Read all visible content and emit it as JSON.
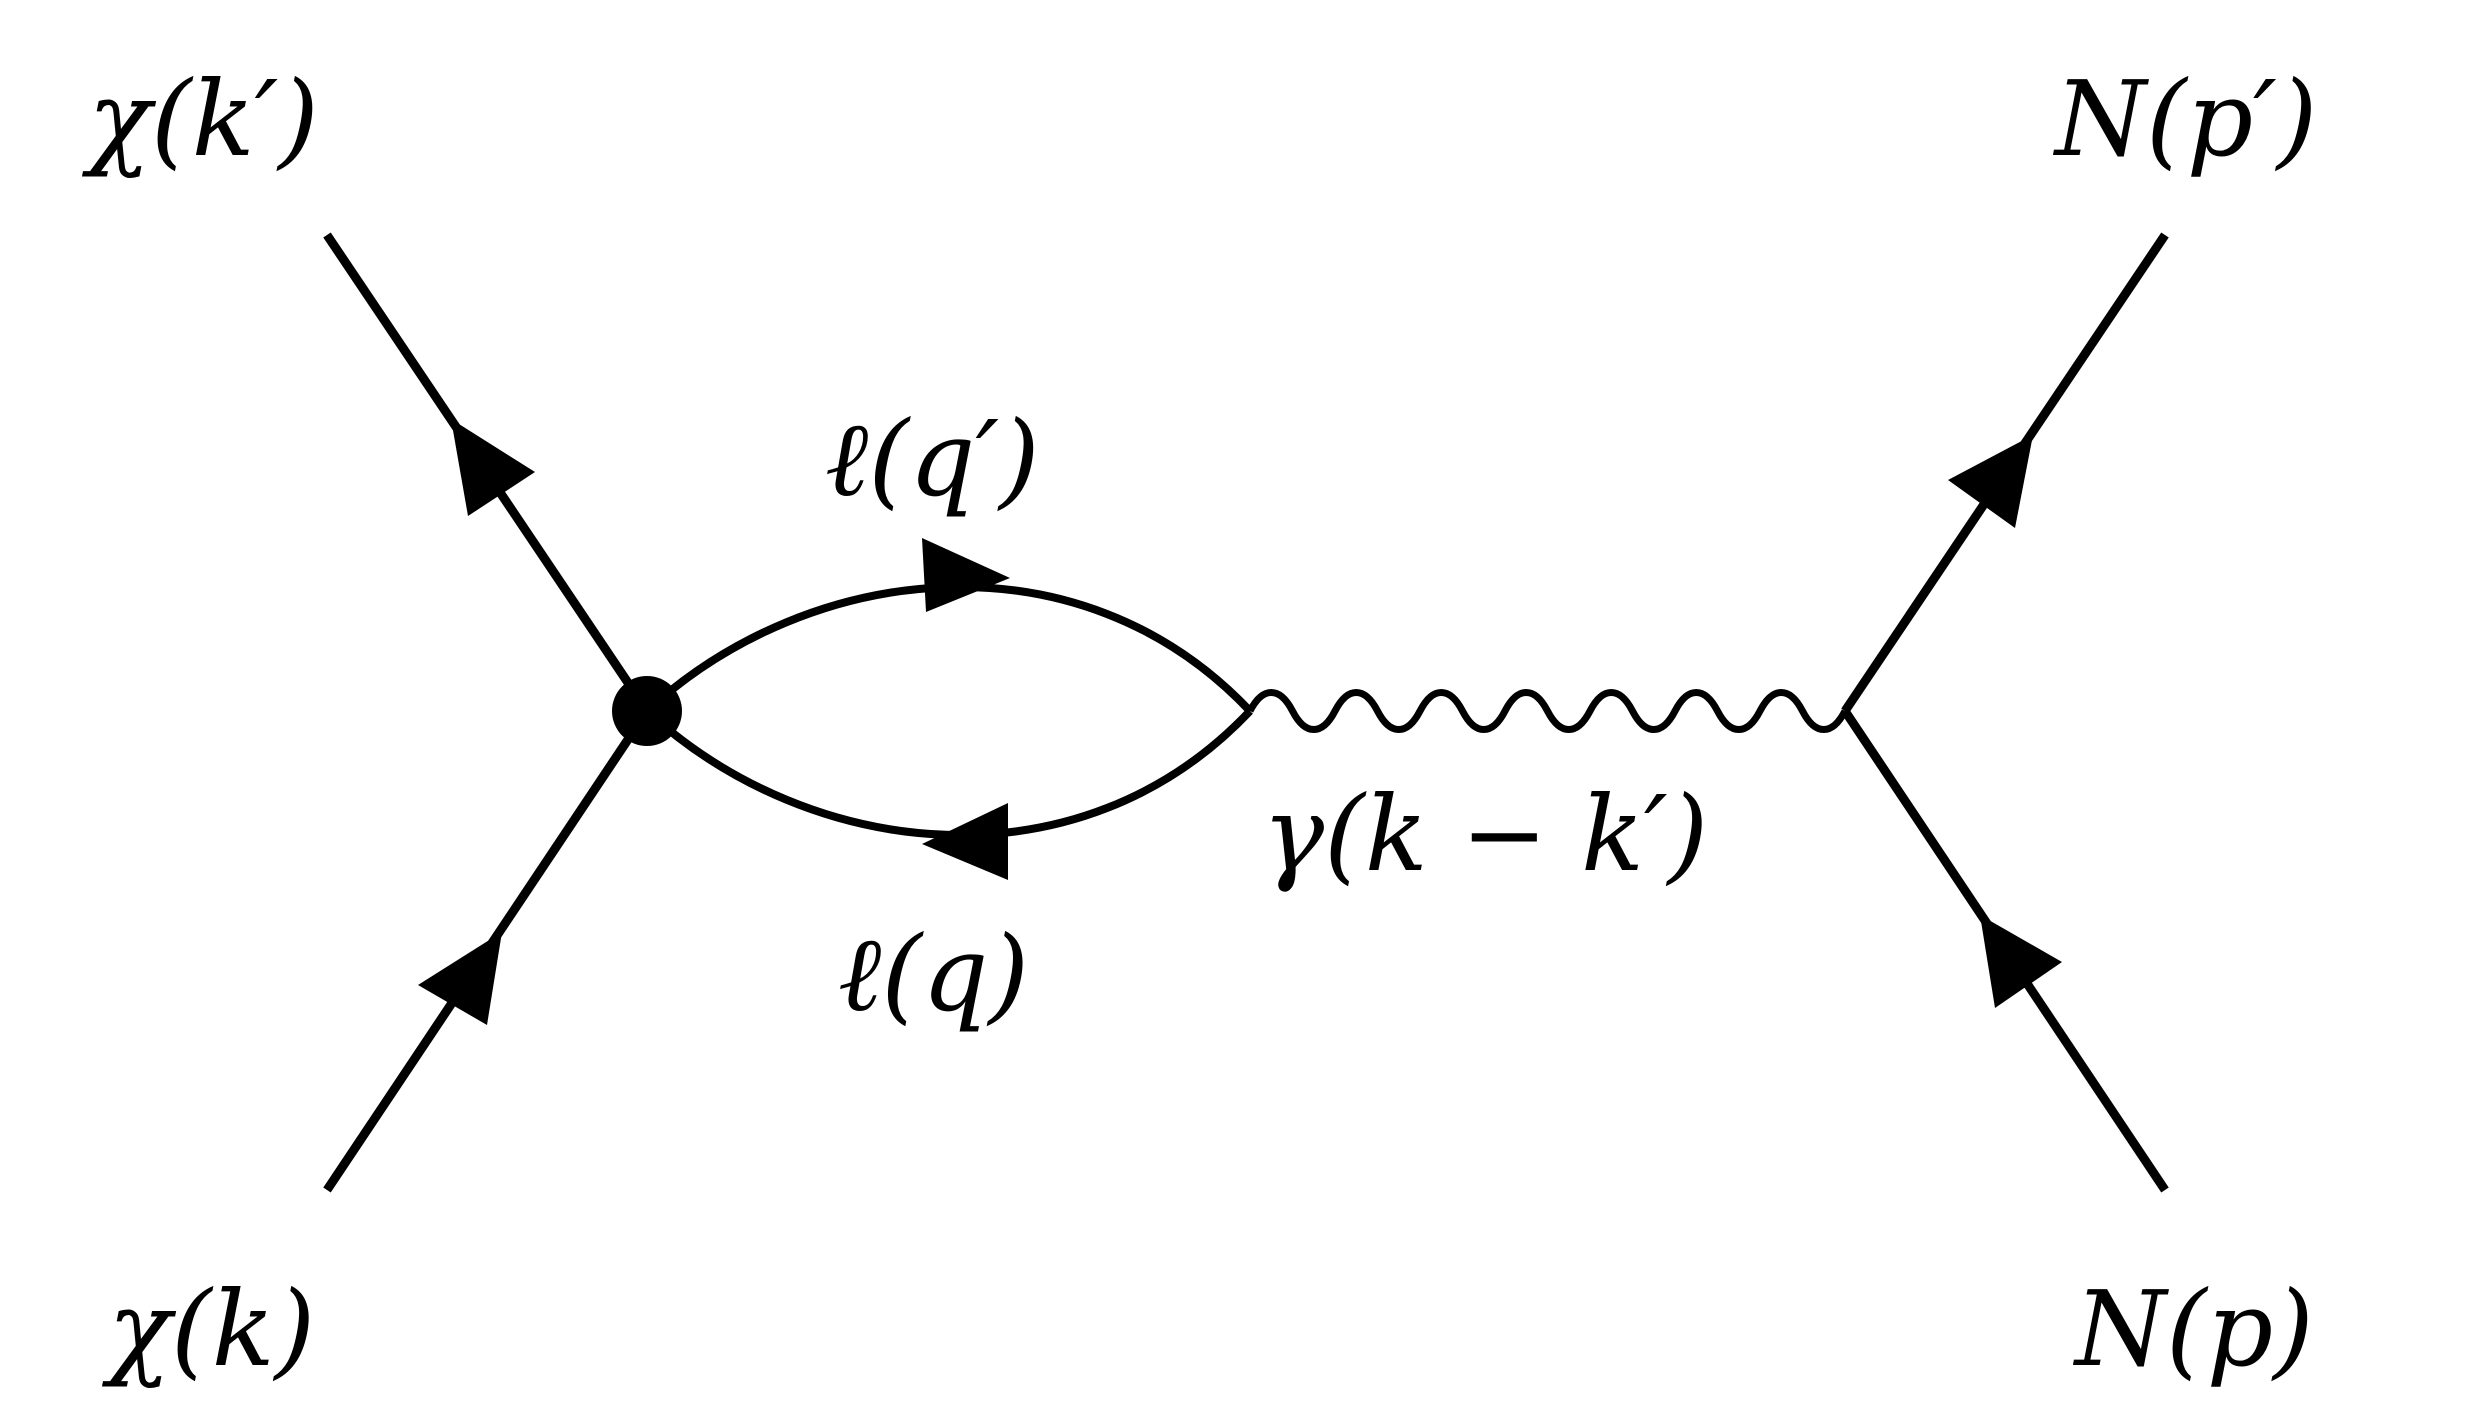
{
  "diagram": {
    "labels": {
      "chi_out": "χ(k′)",
      "chi_in": "χ(k)",
      "n_out": "N(p′)",
      "n_in": "N(p)",
      "lepton_top": "ℓ(q′)",
      "lepton_bottom": "ℓ(q)",
      "photon": "γ(k − k′)"
    },
    "colors": {
      "line": "#000000",
      "background": "#ffffff"
    }
  }
}
